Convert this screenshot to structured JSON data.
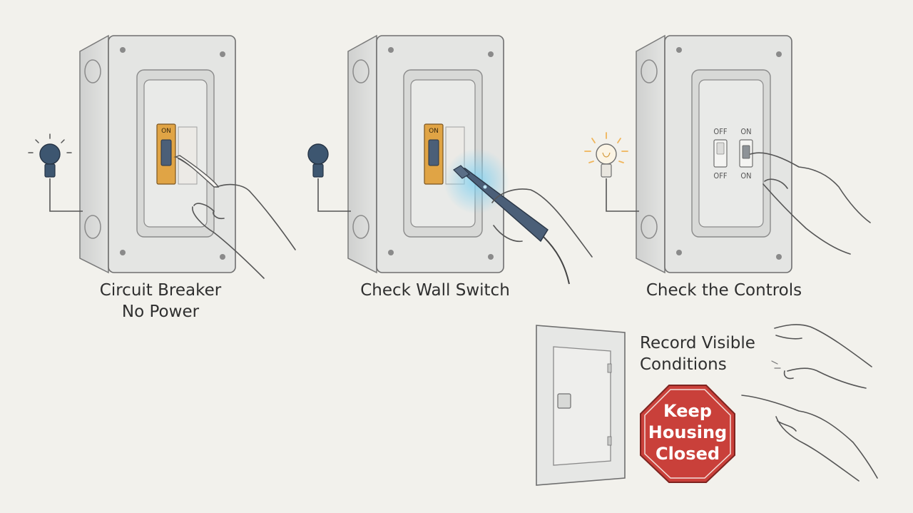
{
  "steps": [
    {
      "caption_line1": "Circuit Breaker",
      "caption_line2": "No Power",
      "switch_label": "ON",
      "bulb_state": "off",
      "icon": "light-bulb-icon"
    },
    {
      "caption_line1": "Check Wall Switch",
      "switch_label": "ON",
      "bulb_state": "off",
      "icon": "voltage-tester-icon"
    },
    {
      "caption_line1": "Check the Controls",
      "switch_left_top": "OFF",
      "switch_left_bottom": "OFF",
      "switch_right_top": "ON",
      "switch_right_bottom": "ON",
      "bulb_state": "on",
      "icon": "toggle-switch-icon"
    }
  ],
  "record": {
    "caption_line1": "Record Visible",
    "caption_line2": "Conditions"
  },
  "stop_sign": {
    "line1": "Keep",
    "line2": "Housing",
    "line3": "Closed",
    "color": "#c9403a"
  },
  "colors": {
    "background": "#f2f1ec",
    "breaker": "#e0a445",
    "bulb_off": "#3d5670",
    "bulb_on": "#f0b55a",
    "tester_glow": "#7fd0f0"
  }
}
